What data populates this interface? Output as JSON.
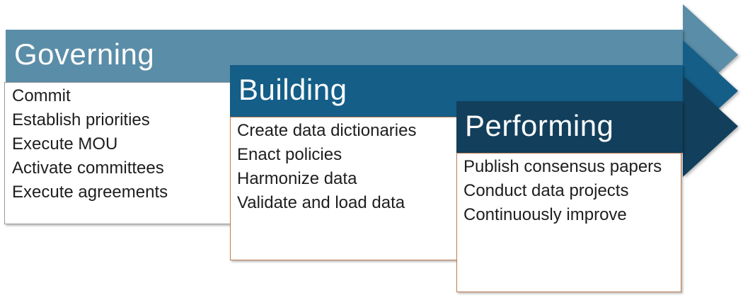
{
  "diagram": {
    "type": "staggered-process-arrows",
    "background": "#FFFFFF",
    "title_text_color": "#FDFDFD",
    "item_text_color": "#1E1E1E",
    "stages": [
      {
        "label": "Governing",
        "band_color": "#5A8DA8",
        "card_border_color": "#9A9A9A",
        "items": [
          "Commit",
          "Establish priorities",
          "Execute MOU",
          "Activate committees",
          "Execute agreements"
        ]
      },
      {
        "label": "Building",
        "band_color": "#145E88",
        "card_border_color": "#BE7D52",
        "items": [
          "Create data dictionaries",
          "Enact policies",
          "Harmonize data",
          "Validate and load data"
        ]
      },
      {
        "label": "Performing",
        "band_color": "#123F5C",
        "card_border_color": "#BE7D52",
        "items": [
          "Publish consensus papers",
          "Conduct data projects",
          "Continuously improve"
        ]
      }
    ]
  }
}
